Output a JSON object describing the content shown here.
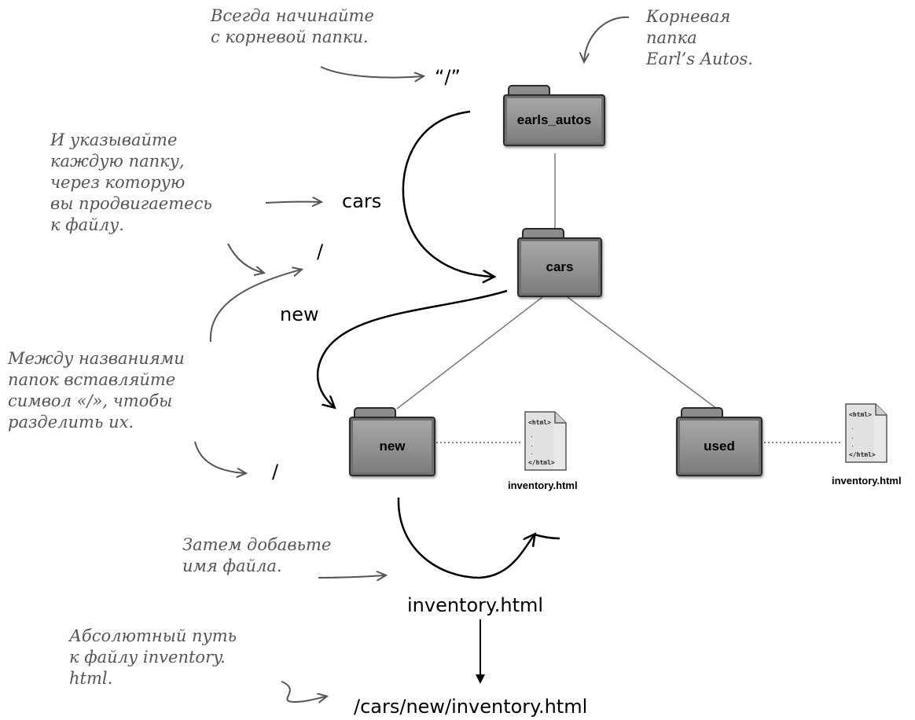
{
  "annotations": {
    "start_root": "Всегда начинайте\nс корневой папки.",
    "root_folder": "Корневая\nпапка\nEarl’s Autos.",
    "each_folder": "И указывайте\nкаждую папку,\nчерез которую\nвы продвигаетесь\nк файлу.",
    "separator": "Между названиями\nпапок вставляйте\nсимвол «/», чтобы\nразделить их.",
    "add_file": "Затем добавьте\nимя файла.",
    "absolute_path": "Абсолютный путь\nк файлу inventory.\nhtml."
  },
  "path_tokens": {
    "root": "“/”",
    "cars": "cars",
    "slash_1": "/",
    "new": "new",
    "slash_2": "/",
    "filename": "inventory.html",
    "result": "/cars/new/inventory.html"
  },
  "folders": {
    "earls_autos": "earls_autos",
    "cars": "cars",
    "new": "new",
    "used": "used"
  },
  "files": {
    "new_inventory": {
      "name": "inventory.html",
      "open_tag": "<html>",
      "close_tag": "</html>"
    },
    "used_inventory": {
      "name": "inventory.html",
      "open_tag": "<html>",
      "close_tag": "</html>"
    }
  }
}
